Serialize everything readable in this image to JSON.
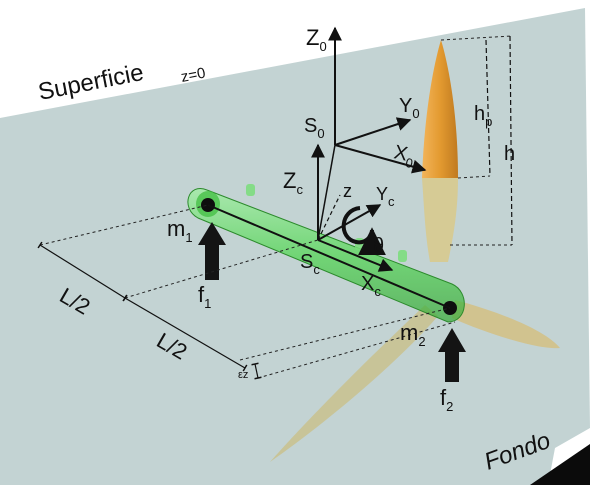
{
  "diagram": {
    "surface": {
      "label": "Superficie",
      "z_label": "z=0"
    },
    "bottom": {
      "label": "Fondo"
    },
    "world_frame": {
      "z": "Z",
      "y": "Y",
      "x": "X",
      "index": "0"
    },
    "body_frame": {
      "z": "Z",
      "y": "Y",
      "x": "X",
      "index": "c"
    },
    "origins": {
      "s0": "S",
      "s0_index": "0",
      "sc": "S",
      "sc_index": "c"
    },
    "angle": {
      "z": "z",
      "theta": "θ"
    },
    "masses": {
      "m1": "m",
      "m1_index": "1",
      "m2": "m",
      "m2_index": "2"
    },
    "forces": {
      "f1": "f",
      "f1_index": "1",
      "f2": "f",
      "f2_index": "2"
    },
    "dims": {
      "half_length_top": "L/2",
      "half_length_bottom": "L/2",
      "epsilon": "εz",
      "hp": "h",
      "hp_index": "p",
      "h": "h"
    },
    "colors": {
      "water": "#bfcfcf",
      "seabed": "#0a0a0a",
      "hull": "#3fd23f",
      "blade_top": "#e39a30",
      "blade_lower": "#d8c27a"
    }
  }
}
